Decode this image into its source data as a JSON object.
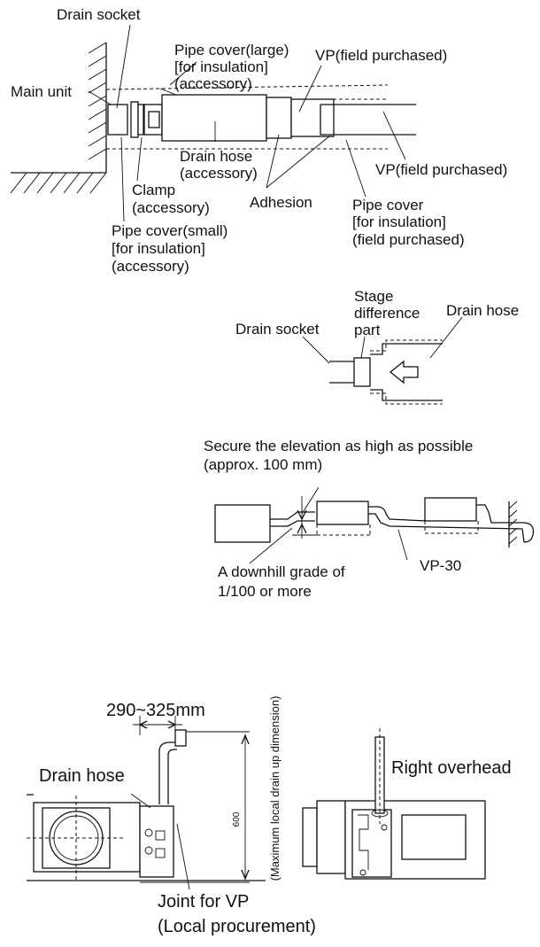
{
  "diagram1": {
    "drain_socket": "Drain socket",
    "main_unit": "Main unit",
    "pipe_cover_large": [
      "Pipe cover(large)",
      "[for insulation]",
      "(accessory)"
    ],
    "vp_field_top": "VP(field purchased)",
    "drain_hose": [
      "Drain hose",
      "(accessory)"
    ],
    "vp_field_right": "VP(field purchased)",
    "clamp": [
      "Clamp",
      "(accessory)"
    ],
    "adhesion": "Adhesion",
    "pipe_cover_field": [
      "Pipe cover",
      "[for insulation]",
      "(field purchased)"
    ],
    "pipe_cover_small": [
      "Pipe cover(small)",
      "[for insulation]",
      "(accessory)"
    ]
  },
  "diagram2": {
    "drain_socket": "Drain socket",
    "stage_difference": [
      "Stage",
      "difference",
      "part"
    ],
    "drain_hose": "Drain hose"
  },
  "diagram3": {
    "elevation_note": [
      "Secure the elevation as high as possible",
      "(approx. 100 mm)"
    ],
    "downhill_grade": [
      "A downhill grade of",
      "1/100 or more"
    ],
    "vp30": "VP-30"
  },
  "diagram4": {
    "dimension_range": "290~325mm",
    "max_drain_up": "(Maximum local drain up dimension)",
    "height_600": "600",
    "drain_hose": "Drain hose",
    "right_overhead": "Right overhead",
    "joint_for_vp": [
      "Joint for VP",
      "(Local procurement)"
    ]
  }
}
